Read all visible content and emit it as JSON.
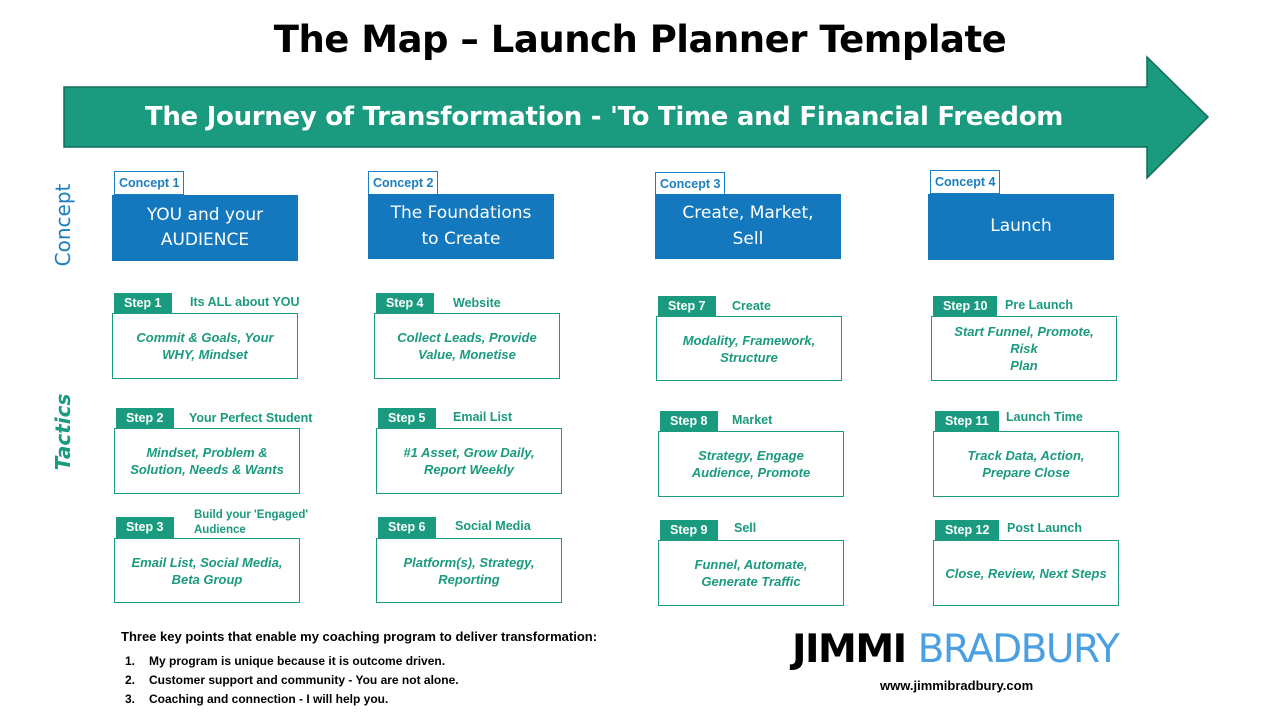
{
  "title": "The Map – Launch Planner Template",
  "banner": "The Journey of Transformation - 'To Time and Financial Freedom",
  "side_labels": {
    "concept": "Concept",
    "tactics": "Tactics"
  },
  "colors": {
    "concept_blue": "#1478be",
    "step_green": "#1a9a7e",
    "banner_green": "#1a9a7e"
  },
  "concepts": [
    {
      "tag": "Concept 1",
      "line1": "YOU and your",
      "line2": "AUDIENCE"
    },
    {
      "tag": "Concept 2",
      "line1": "The Foundations",
      "line2": "to Create"
    },
    {
      "tag": "Concept 3",
      "line1": "Create, Market,",
      "line2": "Sell"
    },
    {
      "tag": "Concept 4",
      "line1": "Launch",
      "line2": ""
    }
  ],
  "steps": [
    {
      "tag": "Step 1",
      "subtitle": "Its ALL about YOU",
      "line1": "Commit & Goals, Your",
      "line2": "WHY, Mindset"
    },
    {
      "tag": "Step 2",
      "subtitle": "Your Perfect Student",
      "line1": "Mindset, Problem &",
      "line2": "Solution, Needs & Wants"
    },
    {
      "tag": "Step 3",
      "subtitle": "Build your 'Engaged' Audience",
      "line1": "Email List, Social Media,",
      "line2": "Beta Group"
    },
    {
      "tag": "Step 4",
      "subtitle": "Website",
      "line1": "Collect Leads, Provide",
      "line2": "Value, Monetise"
    },
    {
      "tag": "Step 5",
      "subtitle": "Email List",
      "line1": "#1 Asset, Grow Daily,",
      "line2": "Report Weekly"
    },
    {
      "tag": "Step 6",
      "subtitle": "Social Media",
      "line1": "Platform(s), Strategy,",
      "line2": "Reporting"
    },
    {
      "tag": "Step 7",
      "subtitle": "Create",
      "line1": "Modality, Framework,",
      "line2": "Structure"
    },
    {
      "tag": "Step 8",
      "subtitle": "Market",
      "line1": "Strategy, Engage",
      "line2": "Audience, Promote"
    },
    {
      "tag": "Step 9",
      "subtitle": "Sell",
      "line1": "Funnel, Automate,",
      "line2": "Generate Traffic"
    },
    {
      "tag": "Step 10",
      "subtitle": "Pre Launch",
      "line1": "Start Funnel, Promote, Risk",
      "line2": "Plan"
    },
    {
      "tag": "Step 11",
      "subtitle": "Launch Time",
      "line1": "Track Data, Action,",
      "line2": "Prepare Close"
    },
    {
      "tag": "Step 12",
      "subtitle": "Post Launch",
      "line1": "Close, Review, Next Steps",
      "line2": ""
    }
  ],
  "key_points": {
    "heading": "Three key points that enable my coaching program to deliver transformation:",
    "items": [
      {
        "num": "1.",
        "text": "My program is unique because it is outcome driven."
      },
      {
        "num": "2.",
        "text": "Customer support and community - You are not alone."
      },
      {
        "num": "3.",
        "text": "Coaching and connection - I will help you."
      }
    ]
  },
  "logo": {
    "first": "JIMMI",
    "last": "BRADBURY"
  },
  "website": "www.jimmibradbury.com"
}
